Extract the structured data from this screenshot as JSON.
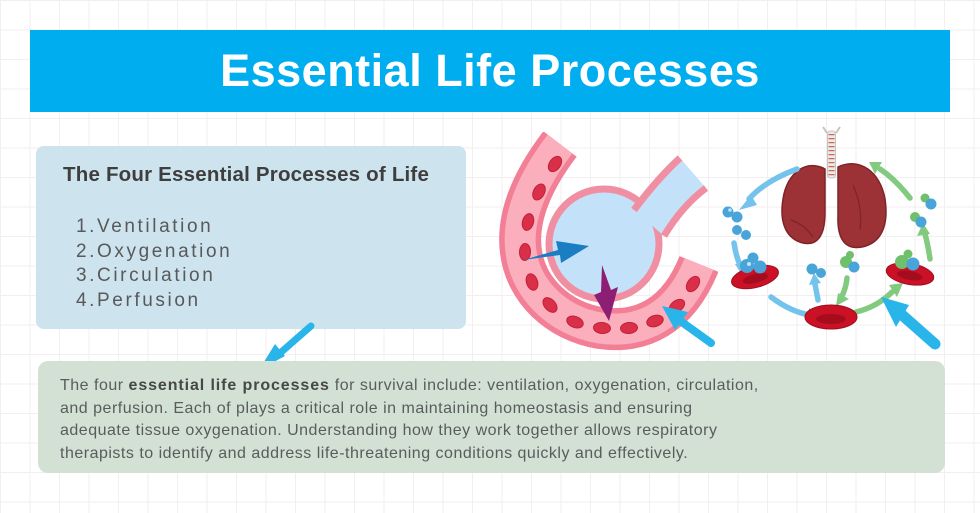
{
  "header": {
    "title": "Essential Life Processes"
  },
  "info_box": {
    "heading": "The Four Essential Processes of Life",
    "items": [
      {
        "num": "1.",
        "label": "Ventilation"
      },
      {
        "num": "2.",
        "label": "Oxygenation"
      },
      {
        "num": "3.",
        "label": "Circulation"
      },
      {
        "num": "4.",
        "label": "Perfusion"
      }
    ]
  },
  "summary_box": {
    "line1_prefix": "The four ",
    "line1_bold": "essential life processes",
    "line1_suffix": " for survival include: ventilation, oxygenation, circulation,",
    "line2": "and perfusion. Each of plays a critical role in maintaining homeostasis and ensuring",
    "line3": "adequate tissue oxygenation. Understanding how they work together allows respiratory",
    "line4": "therapists to identify and address life-threatening conditions quickly and effectively."
  },
  "colors": {
    "header_bg": "#00adef",
    "info_box_bg": "#cde3ed",
    "summary_box_bg": "#d2e1d3",
    "title_text": "#ffffff",
    "heading_text": "#3e3e3e",
    "body_text": "#58595b",
    "arrow_cyan": "#29b5ea",
    "arrow_blue": "#1b7ec2",
    "arrow_purple": "#8e1d74",
    "arrow_light_blue": "#74c3ed",
    "arrow_green": "#82ca7f",
    "capillary_fill": "#fbaebb",
    "capillary_outline": "#f27f95",
    "red_blood_cell": "#d92f48",
    "alveolus_fill": "#c3e1f8",
    "alveolus_outline": "#f08fa2",
    "lung_fill": "#9c3136",
    "rbc_disc": "#cb1126",
    "molecule_blue": "#49a5d9",
    "molecule_green": "#6fbf6b"
  }
}
